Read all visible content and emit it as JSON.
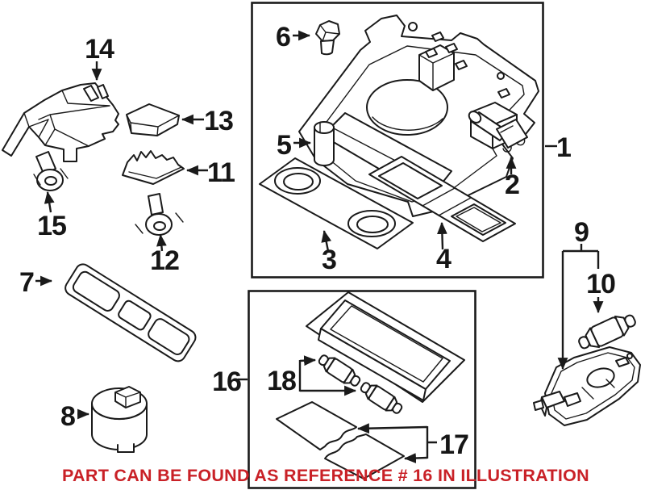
{
  "note": {
    "text": "PART CAN BE FOUND AS REFERENCE # 16 IN ILLUSTRATION",
    "color": "#c92127"
  },
  "colors": {
    "line": "#1a1a1a",
    "background": "#ffffff"
  },
  "callouts": [
    {
      "label": "1"
    },
    {
      "label": "2"
    },
    {
      "label": "3"
    },
    {
      "label": "4"
    },
    {
      "label": "5"
    },
    {
      "label": "6"
    },
    {
      "label": "7"
    },
    {
      "label": "8"
    },
    {
      "label": "9"
    },
    {
      "label": "10"
    },
    {
      "label": "11"
    },
    {
      "label": "12"
    },
    {
      "label": "13"
    },
    {
      "label": "14"
    },
    {
      "label": "15"
    },
    {
      "label": "16"
    },
    {
      "label": "17"
    },
    {
      "label": "18"
    }
  ]
}
